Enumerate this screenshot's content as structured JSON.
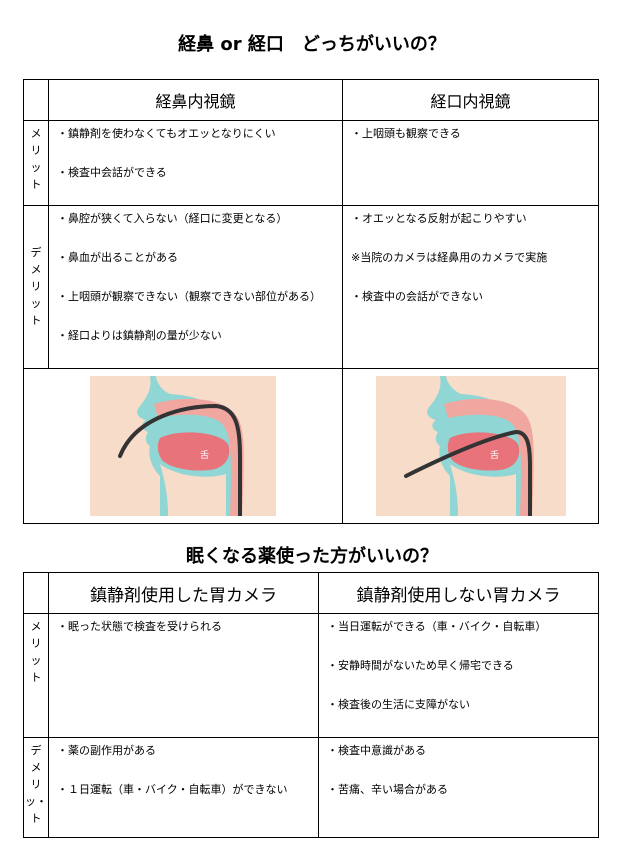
{
  "section1": {
    "title": "経鼻 or 経口　どっちがいいの？",
    "col1_header": "経鼻内視鏡",
    "col2_header": "経口内視鏡",
    "merit_label": [
      "メ",
      "リ",
      "ッ",
      "ト"
    ],
    "demerit_label": [
      "デ",
      "メ",
      "リ",
      "ッ",
      "ト"
    ],
    "col1_merits": [
      "・鎮静剤を使わなくてもオエッとなりにくい",
      "・検査中会話ができる"
    ],
    "col2_merits": [
      "・上咽頭も観察できる"
    ],
    "col1_demerits": [
      "・鼻腔が狭くて入らない（経口に変更となる）",
      "・鼻血が出ることがある",
      "・上咽頭が観察できない（観察できない部位がある）",
      "・経口よりは鎮静剤の量が少ない"
    ],
    "col2_demerits": [
      "・オエッとなる反射が起こりやすい",
      "※当院のカメラは経鼻用のカメラで実施",
      "・検査中の会話ができない"
    ],
    "image_label": "舌"
  },
  "section2": {
    "title": "眠くなる薬使った方がいいの？",
    "col1_header": "鎮静剤使用した胃カメラ",
    "col2_header": "鎮静剤使用しない胃カメラ",
    "merit_label": [
      "メ",
      "リ",
      "ッ",
      "ト"
    ],
    "demerit_label": [
      "デ",
      "メ",
      "リ",
      "ッ・",
      "ト"
    ],
    "col1_merits": [
      "・眠った状態で検査を受けられる"
    ],
    "col2_merits": [
      "・当日運転ができる（車・バイク・自転車）",
      "・安静時間がないため早く帰宅できる",
      "・検査後の生活に支障がない"
    ],
    "col1_demerits": [
      "・薬の副作用がある",
      "・１日運転（車・バイク・自転車）ができない"
    ],
    "col2_demerits": [
      "・検査中意識がある",
      "・苦痛、辛い場合がある"
    ]
  },
  "colors": {
    "bg_face": "#f7dcc9",
    "bg_teal": "#8fd6d4",
    "tissue": "#f0a7a0",
    "tongue": "#e8737a",
    "scope": "#333333"
  }
}
